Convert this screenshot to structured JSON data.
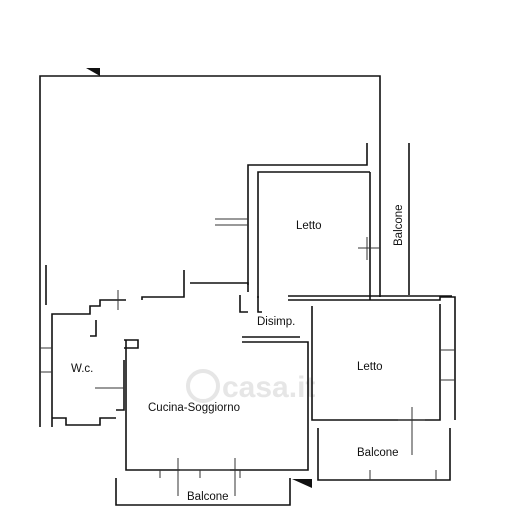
{
  "rooms": {
    "letto_1": "Letto",
    "letto_2": "Letto",
    "balcone_side": "Balcone",
    "disimpegno": "Disimp.",
    "wc": "W.c.",
    "cucina": "Cucina-Soggiorno",
    "balcone_right": "Balcone",
    "balcone_bottom": "Balcone"
  },
  "watermark": {
    "text": "casa.it"
  }
}
